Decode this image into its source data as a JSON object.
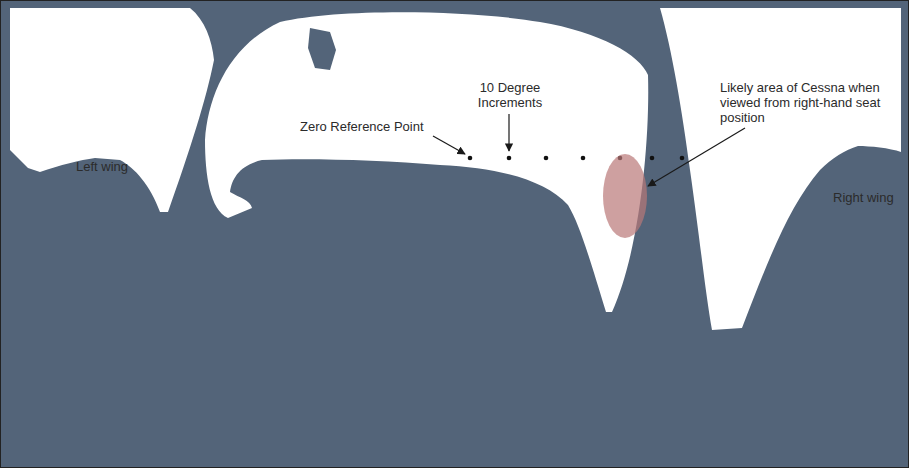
{
  "diagram": {
    "labels": [
      "Left wing",
      "Zero Reference Point",
      "10 Degree Increments",
      "Likely area of Cessna when viewed from right-hand seat position",
      "Right wing"
    ]
  }
}
